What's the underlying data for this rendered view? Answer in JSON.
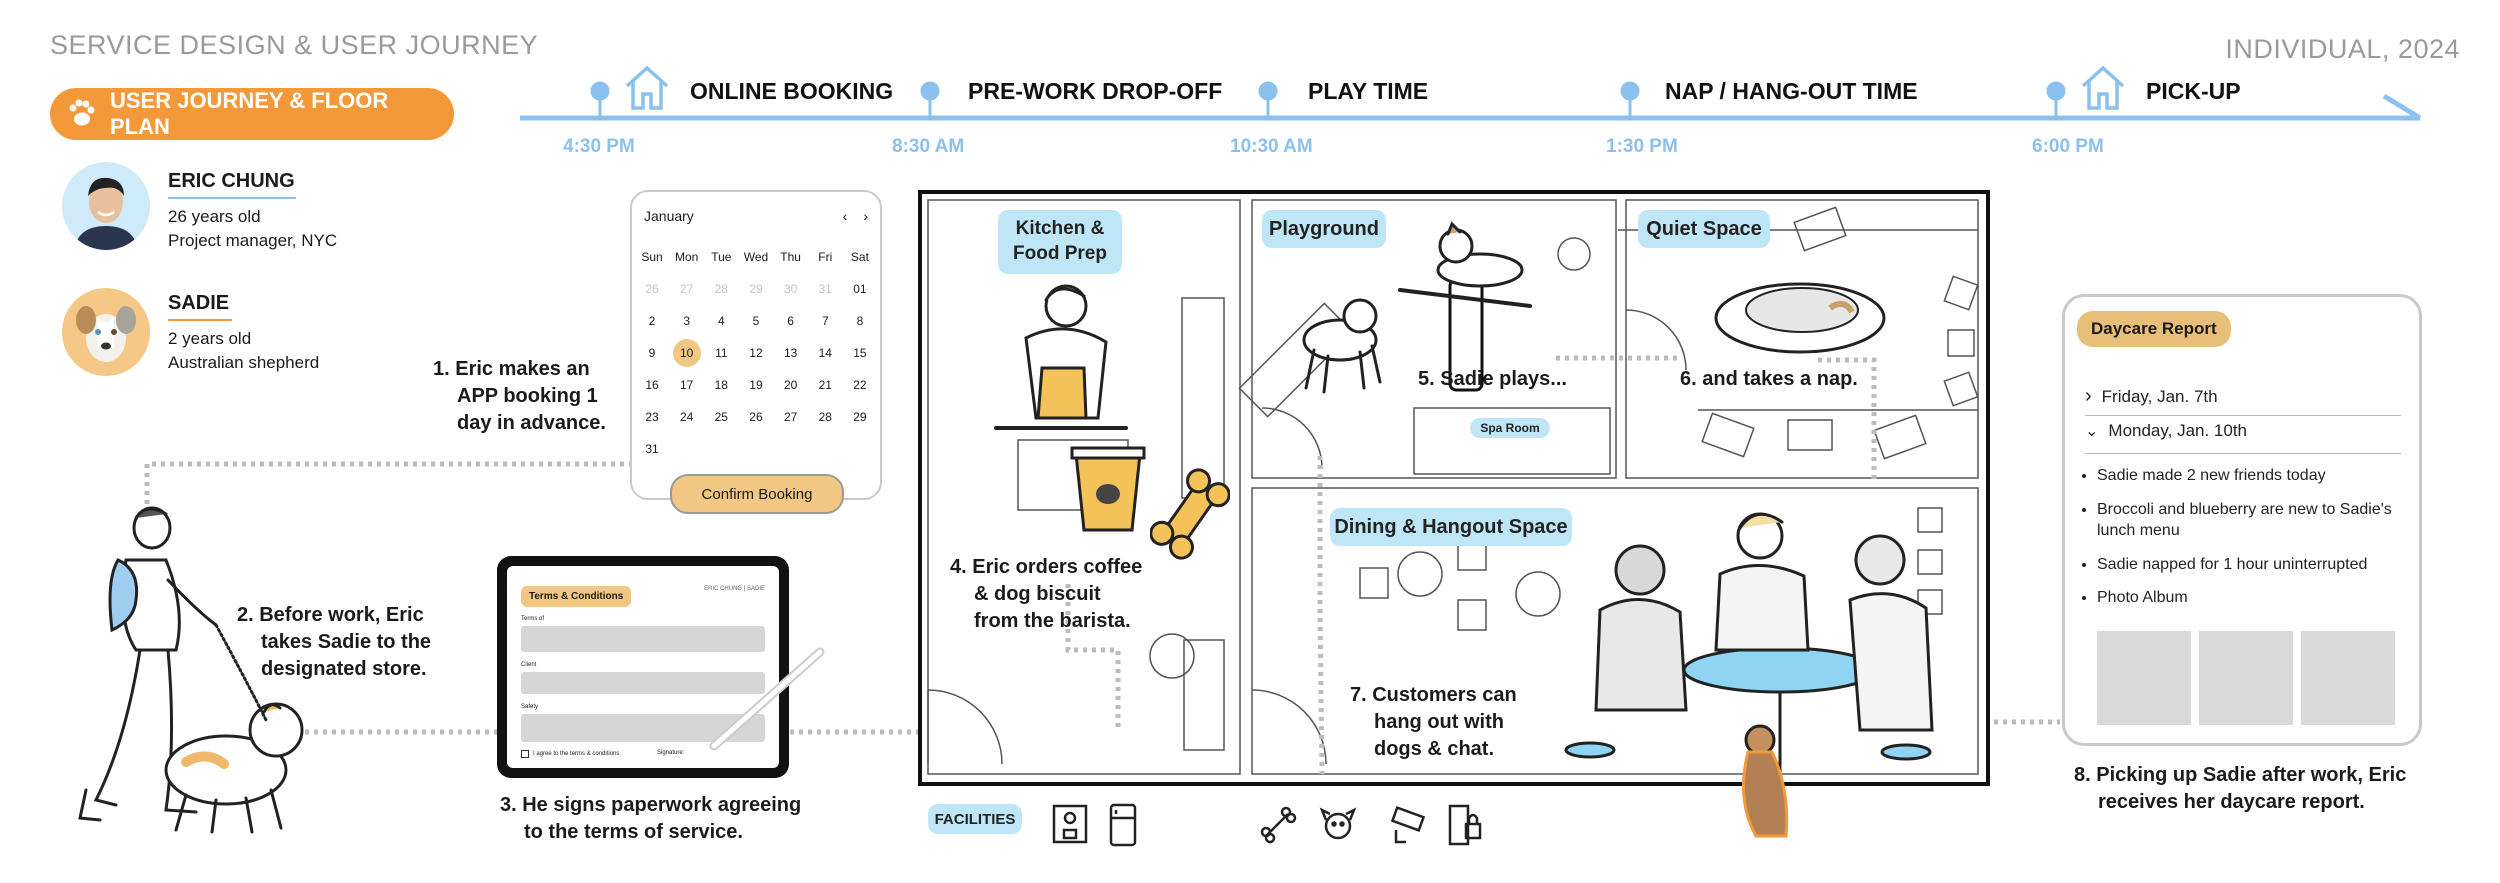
{
  "header": {
    "left_title": "SERVICE DESIGN & USER JOURNEY",
    "right_title": "INDIVIDUAL, 2024",
    "badge": "USER JOURNEY & FLOOR PLAN"
  },
  "personas": [
    {
      "name": "ERIC CHUNG",
      "line1": "26 years old",
      "line2": "Project manager, NYC"
    },
    {
      "name": "SADIE",
      "line1": "2 years old",
      "line2": "Australian shepherd"
    }
  ],
  "timeline": [
    {
      "label": "ONLINE BOOKING",
      "time": "4:30 PM"
    },
    {
      "label": "PRE-WORK DROP-OFF",
      "time": "8:30 AM"
    },
    {
      "label": "PLAY TIME",
      "time": "10:30 AM"
    },
    {
      "label": "NAP / HANG-OUT TIME",
      "time": "1:30 PM"
    },
    {
      "label": "PICK-UP",
      "time": "6:00 PM"
    }
  ],
  "steps": {
    "s1": [
      "1. Eric makes an",
      "APP booking 1",
      "day in advance."
    ],
    "s2": [
      "2. Before work, Eric",
      "takes Sadie to the",
      "designated store."
    ],
    "s3": [
      "3. He signs paperwork agreeing",
      "to the terms of service."
    ],
    "s4": [
      "4. Eric orders coffee",
      "& dog biscuit",
      "from the barista."
    ],
    "s5": "5. Sadie plays...",
    "s6": "6. and takes a nap.",
    "s7": [
      "7. Customers can",
      "hang out with",
      "dogs & chat."
    ],
    "s8": [
      "8. Picking up Sadie after work, Eric",
      "receives her daycare report."
    ]
  },
  "calendar": {
    "month": "January",
    "weekdays": [
      "Sun",
      "Mon",
      "Tue",
      "Wed",
      "Thu",
      "Fri",
      "Sat"
    ],
    "rows": [
      [
        "26",
        "27",
        "28",
        "29",
        "30",
        "31",
        "01"
      ],
      [
        "2",
        "3",
        "4",
        "5",
        "6",
        "7",
        "8"
      ],
      [
        "9",
        "10",
        "11",
        "12",
        "13",
        "14",
        "15"
      ],
      [
        "16",
        "17",
        "18",
        "19",
        "20",
        "21",
        "22"
      ],
      [
        "23",
        "24",
        "25",
        "26",
        "27",
        "28",
        "29"
      ],
      [
        "31",
        "",
        "",
        "",
        "",
        "",
        ""
      ]
    ],
    "selected": "10",
    "confirm": "Confirm Booking"
  },
  "tablet": {
    "title": "Terms & Conditions",
    "brand": "ERIC CHUNG | SADIE",
    "field1": "Terms of",
    "field2": "Client",
    "field3": "Safety",
    "agree": "I agree to the terms & conditions",
    "signature": "Signature:"
  },
  "rooms": {
    "kitchen": "Kitchen & Food Prep",
    "playground": "Playground",
    "quiet": "Quiet Space",
    "spa": "Spa Room",
    "dining": "Dining & Hangout Space"
  },
  "facilities": "FACILITIES",
  "report": {
    "title": "Daycare Report",
    "day1": "Friday, Jan. 7th",
    "day2": "Monday, Jan. 10th",
    "bullets": [
      "Sadie made 2 new friends today",
      "Broccoli and blueberry are new to Sadie's lunch menu",
      "Sadie napped for 1 hour uninterrupted",
      "Photo Album"
    ]
  },
  "colors": {
    "accent_orange": "#f3993a",
    "timeline_blue": "#8cc0ee",
    "room_tag": "#bfe6f7",
    "report_tag": "#e8bf79"
  }
}
